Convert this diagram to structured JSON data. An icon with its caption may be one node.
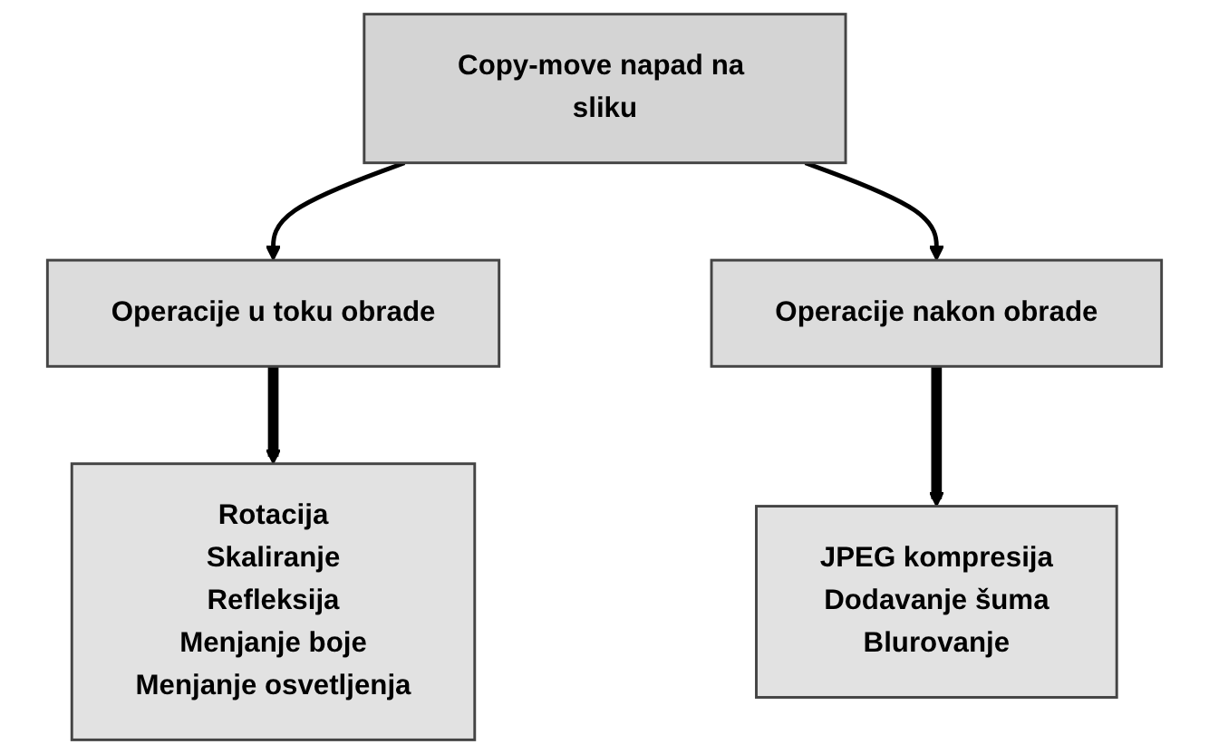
{
  "diagram": {
    "nodes": [
      {
        "text": [
          "Copy-move napad na sliku"
        ]
      },
      {
        "text": [
          "Operacije u toku obrade"
        ]
      },
      {
        "text": [
          "Operacije nakon obrade"
        ]
      },
      {
        "text": [
          "Rotacija",
          "Skaliranje",
          "Refleksija",
          "Menjanje boje",
          "Menjanje osvetljenja"
        ]
      },
      {
        "text": [
          "JPEG kompresija",
          "Dodavanje šuma",
          "Blurovanje"
        ]
      }
    ],
    "edges": [
      {
        "from": 0,
        "to": 1,
        "arrow": "to"
      },
      {
        "from": 0,
        "to": 2,
        "arrow": "to"
      },
      {
        "from": 1,
        "to": 3,
        "arrow": "to",
        "style": "thick"
      },
      {
        "from": 2,
        "to": 4,
        "arrow": "to",
        "style": "thick"
      }
    ]
  }
}
